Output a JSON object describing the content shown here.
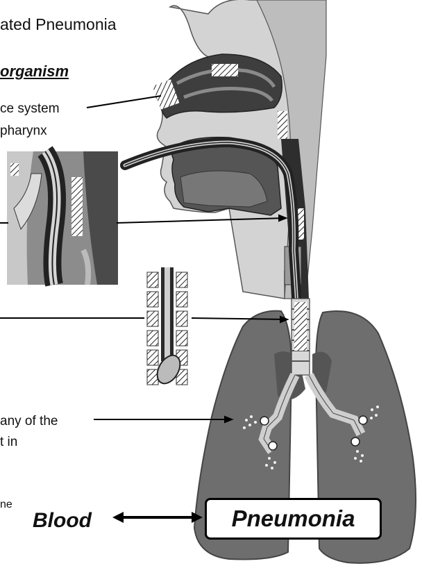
{
  "labels": {
    "title": "ated Pneumonia",
    "organism": "organism",
    "line1": "ce system",
    "line2": "pharynx",
    "line3": "any of the",
    "line4": "t in",
    "line5": "ne",
    "blood": "Blood",
    "pneumonia": "Pneumonia"
  },
  "colors": {
    "lung": "#6e6e6e",
    "tissue_dark": "#444444",
    "tissue_light": "#d0d0d0",
    "tube": "#222222"
  }
}
